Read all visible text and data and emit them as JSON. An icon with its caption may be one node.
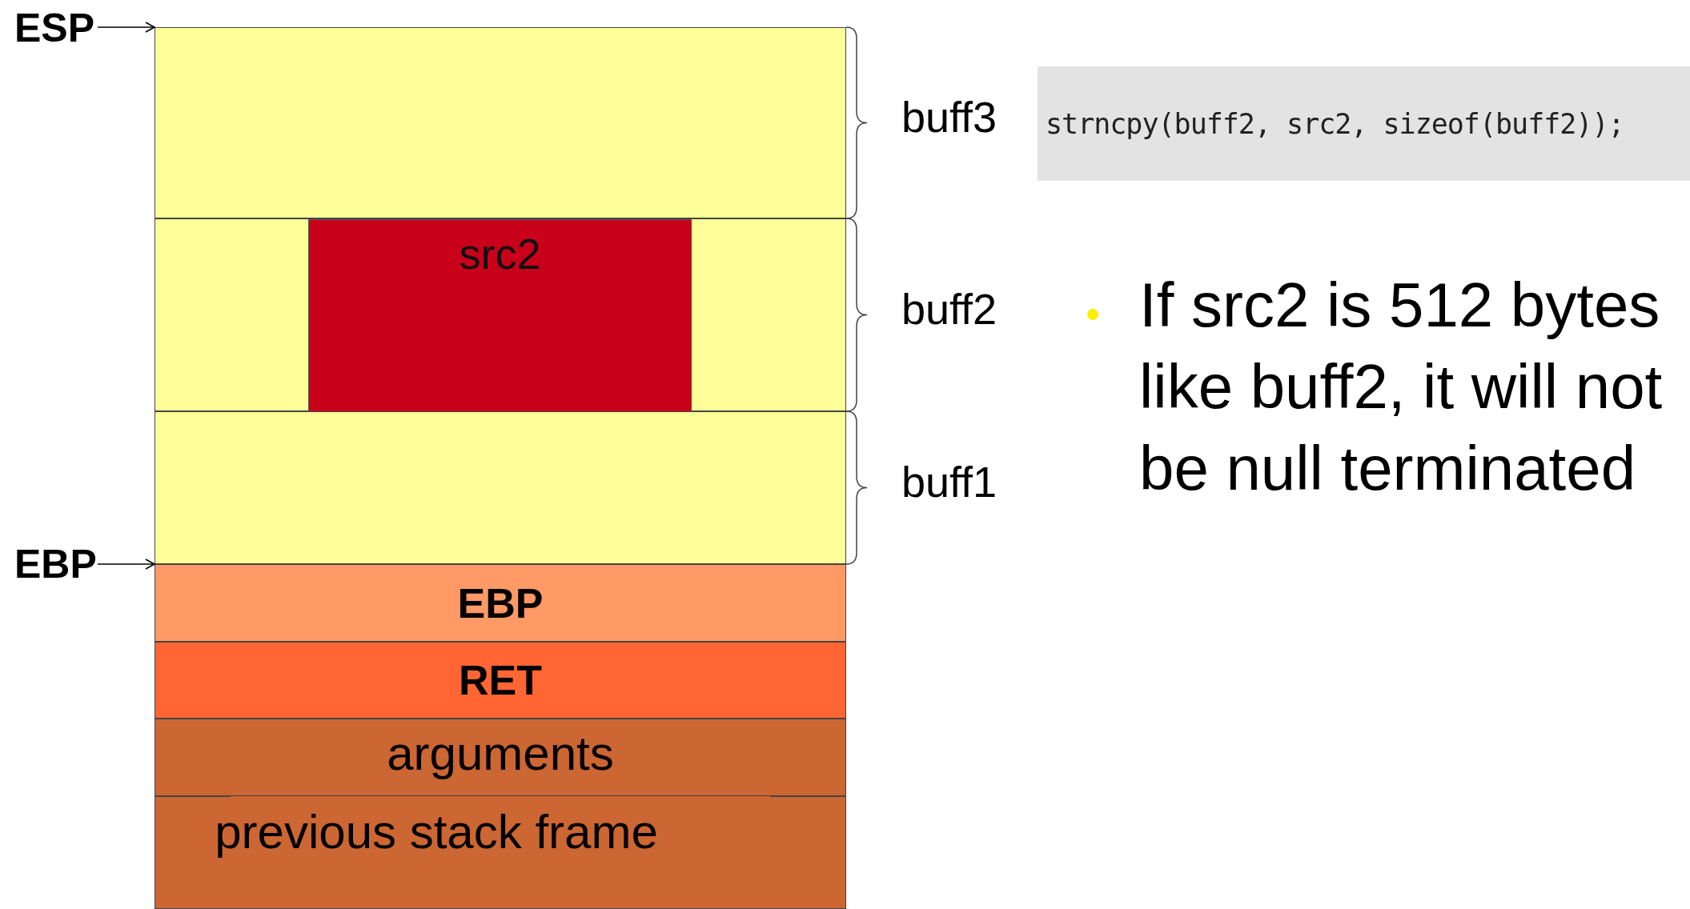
{
  "diagram": {
    "nodes": [
      {
        "text": [
          "ESP"
        ]
      },
      {
        "text": [
          "EBP"
        ]
      },
      {
        "text": [
          "buff3"
        ]
      },
      {
        "text": [
          "buff2"
        ]
      },
      {
        "text": [
          "src2"
        ],
        "in": 3
      },
      {
        "text": [
          "buff1"
        ]
      },
      {
        "text": [
          "EBP"
        ]
      },
      {
        "text": [
          "RET"
        ]
      },
      {
        "text": [
          "arguments"
        ]
      },
      {
        "text": [
          "previous stack frame"
        ]
      }
    ],
    "edges": [
      {
        "from": 0,
        "to": 2,
        "arrow": "to"
      },
      {
        "from": 1,
        "to": 6,
        "arrow": "to"
      }
    ],
    "labels": [
      "strncpy(buff2, src2, sizeof(buff2));",
      "If src2 is 512 bytes like buff2, it will not be null terminated"
    ]
  }
}
